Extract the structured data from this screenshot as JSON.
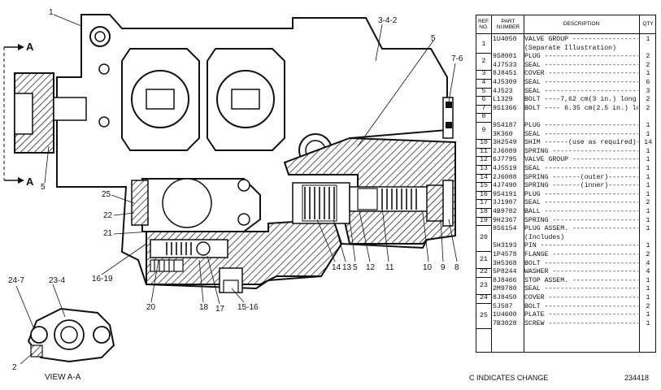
{
  "callouts": {
    "c1": "1",
    "c342": "3-4-2",
    "c5a": "5",
    "c76": "7-6",
    "c5b": "5",
    "c25": "25",
    "c22": "22",
    "c21": "21",
    "c1619": "16-19",
    "c20": "20",
    "c18": "18",
    "c17": "17",
    "c1516": "15-16",
    "c14": "14",
    "c13": "13",
    "c5c": "5",
    "c12": "12",
    "c11": "11",
    "c10": "10",
    "c9": "9",
    "c8": "8",
    "c247": "24-7",
    "c234": "23-4",
    "c2": "2",
    "view_a": "A",
    "view_b": "A",
    "view_label": "VIEW A-A"
  },
  "table": {
    "headers": {
      "ref": "REF. NO.",
      "part": "PART NUMBER",
      "desc": "DESCRIPTION",
      "qty": "QTY"
    },
    "rows": [
      {
        "part": "1U4050",
        "desc": "VALVE GROUP ------------------------",
        "qty": "1"
      },
      {
        "part": "",
        "desc": "(Separate Illustration)",
        "qty": ""
      },
      {
        "part": "9S8001",
        "desc": "PLUG ------------------------------",
        "qty": "2"
      },
      {
        "part": "4J7533",
        "desc": "SEAL ------------------------------",
        "qty": "2"
      },
      {
        "part": "8J8451",
        "desc": "COVER ----------------------------",
        "qty": "1"
      },
      {
        "part": "4J5309",
        "desc": "SEAL ------------------------------",
        "qty": "6"
      },
      {
        "part": "4J523",
        "desc": "SEAL ------------------------------",
        "qty": "3"
      },
      {
        "part": "L1329",
        "desc": "BOLT ----7,62 cm(3 in.) long",
        "qty": "2"
      },
      {
        "part": "9S1366",
        "desc": "BOLT ---- 6.35 cm(2.5 in.) long",
        "qty": "2"
      },
      {
        "part": "",
        "desc": "",
        "qty": ""
      },
      {
        "part": "9S4187",
        "desc": "PLUG ------------------------------",
        "qty": "1"
      },
      {
        "part": "3K360",
        "desc": "SEAL ------------------------------",
        "qty": "1"
      },
      {
        "part": "3H2549",
        "desc": "SHIM ------(use as required)-----",
        "qty": "14"
      },
      {
        "part": "2J6089",
        "desc": "SPRING ---------------------------",
        "qty": "1"
      },
      {
        "part": "6J7795",
        "desc": "VALVE GROUP ---------------------",
        "qty": "1"
      },
      {
        "part": "4J5519",
        "desc": "SEAL ------------------------------",
        "qty": "1"
      },
      {
        "part": "2J6088",
        "desc": "SPRING -------(outer)------------",
        "qty": "1"
      },
      {
        "part": "4J7490",
        "desc": "SPRING -------(inner)------------",
        "qty": "1"
      },
      {
        "part": "9S4191",
        "desc": "PLUG ------------------------------",
        "qty": "1"
      },
      {
        "part": "3J1907",
        "desc": "SEAL ------------------------------",
        "qty": "2"
      },
      {
        "part": "4B9782",
        "desc": "BALL ------------------------------",
        "qty": "1"
      },
      {
        "part": "9H2367",
        "desc": "SPRING ---------------------------",
        "qty": "1"
      },
      {
        "part": "9S6154",
        "desc": "PLUG ASSEM. --------------------",
        "qty": "1"
      },
      {
        "part": "",
        "desc": "(Includes)",
        "qty": ""
      },
      {
        "part": "5H3193",
        "desc": "PIN -------------------------------",
        "qty": "1"
      },
      {
        "part": "1P4578",
        "desc": "FLANGE ---------------------------",
        "qty": "2"
      },
      {
        "part": "3H5368",
        "desc": "BOLT ------------------------------",
        "qty": "4"
      },
      {
        "part": "5P8244",
        "desc": "WASHER --------------------------",
        "qty": "4"
      },
      {
        "part": "8J8466",
        "desc": "STOP ASSEM. --------------------",
        "qty": "1"
      },
      {
        "part": "2M9780",
        "desc": "SEAL ------------------------------",
        "qty": "1"
      },
      {
        "part": "8J8450",
        "desc": "COVER ----------------------------",
        "qty": "1"
      },
      {
        "part": "5J587",
        "desc": "BOLT ------------------------------",
        "qty": "2"
      },
      {
        "part": "1U4600",
        "desc": "PLATE -----------------------------",
        "qty": "1"
      },
      {
        "part": "7B3028",
        "desc": "SCREW ----------------------------",
        "qty": "1"
      }
    ],
    "refs": [
      "1",
      "2",
      "3",
      "4",
      "5",
      "6",
      "7",
      "8",
      "9",
      "10",
      "11",
      "12",
      "13",
      "14",
      "15",
      "16",
      "17",
      "18",
      "19",
      "20",
      "21",
      "22",
      "23",
      "24",
      "25"
    ]
  },
  "footer": {
    "note": "C INDICATES CHANGE",
    "code": "234418"
  }
}
